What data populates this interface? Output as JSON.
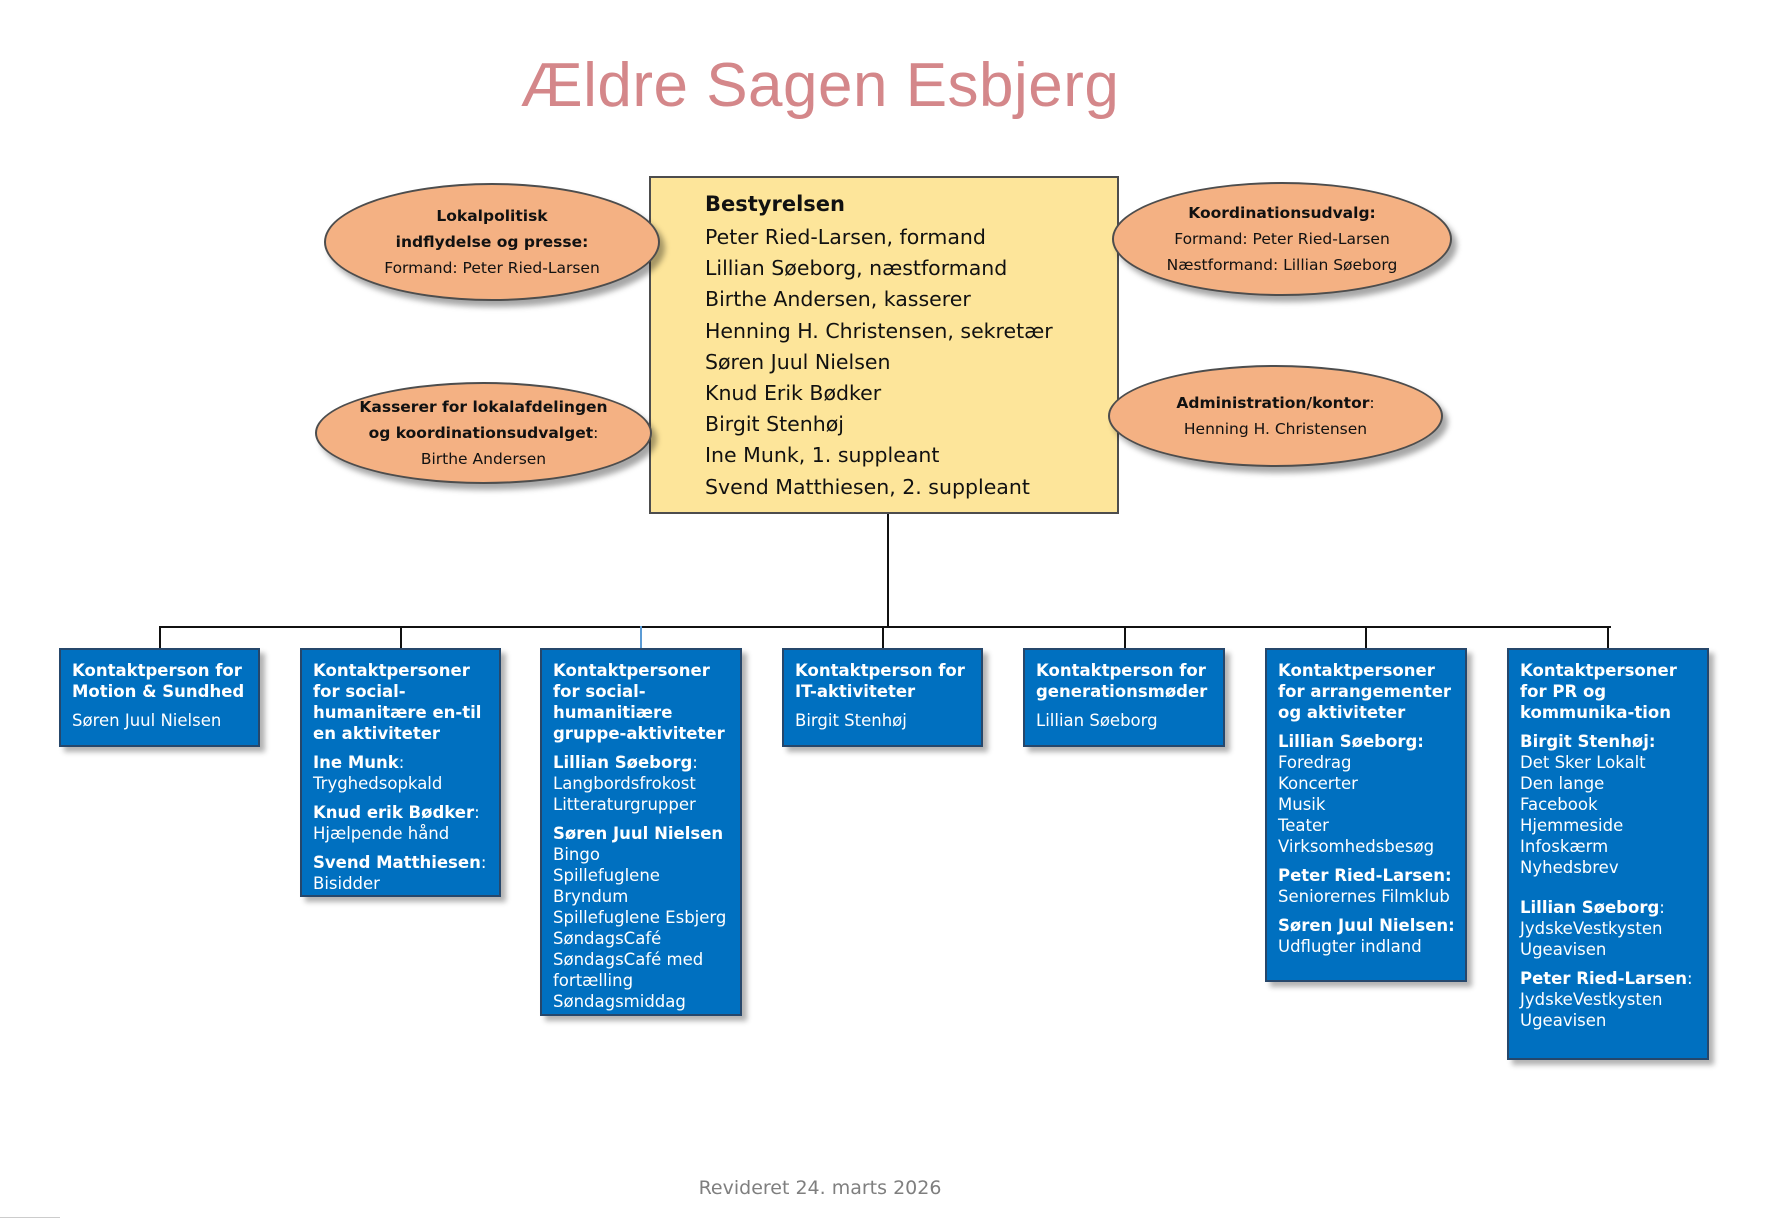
{
  "title": "Ældre Sagen Esbjerg",
  "board": {
    "title": "Bestyrelsen",
    "members": [
      "Peter Ried-Larsen, formand",
      "Lillian Søeborg, næstformand",
      "Birthe Andersen, kasserer",
      "Henning H. Christensen, sekretær",
      "Søren Juul Nielsen",
      "Knud Erik Bødker",
      "Birgit Stenhøj",
      "Ine Munk, 1. suppleant",
      "Svend Matthiesen, 2. suppleant"
    ]
  },
  "ovals": {
    "lokalpolitisk": {
      "line1": "Lokalpolitisk",
      "line2": "indflydelse og presse:",
      "line3": "Formand: Peter Ried-Larsen"
    },
    "kasserer": {
      "line1": "Kasserer for lokalafdelingen",
      "line2": "og koordinationsudvalget",
      "line2_suffix": ":",
      "line3": "Birthe Andersen"
    },
    "koordination": {
      "line1": "Koordinationsudvalg:",
      "line2": "Formand: Peter Ried-Larsen",
      "line3": "Næstformand: Lillian Søeborg"
    },
    "administration": {
      "line1": "Administration/kontor",
      "line1_suffix": ":",
      "line2": "Henning H. Christensen"
    }
  },
  "boxes": {
    "motion": {
      "title": "Kontaktperson for Motion & Sundhed",
      "person": "Søren Juul Nielsen"
    },
    "en_til_en": {
      "title": "Kontaktpersoner for social-humanitære en-til en aktiviteter",
      "groups": [
        {
          "name": "Ine Munk",
          "suffix": ":",
          "items": [
            "Tryghedsopkald"
          ]
        },
        {
          "name": "Knud erik Bødker",
          "suffix": ":",
          "items": [
            "Hjælpende hånd"
          ]
        },
        {
          "name": "Svend Matthiesen",
          "suffix": ":",
          "items": [
            "Bisidder"
          ]
        }
      ]
    },
    "gruppe": {
      "title": "Kontaktpersoner for social-humanitiære gruppe-aktiviteter",
      "groups": [
        {
          "name": "Lillian Søeborg",
          "suffix": ":",
          "items": [
            "Langbordsfrokost",
            "Litteraturgrupper"
          ]
        },
        {
          "name": "Søren Juul Nielsen",
          "suffix": "",
          "items": [
            "Bingo",
            "Spillefuglene",
            "Bryndum",
            "Spillefuglene Esbjerg",
            "SøndagsCafé",
            "SøndagsCafé med fortælling",
            "Søndagsmiddag"
          ]
        }
      ]
    },
    "it": {
      "title": "Kontaktperson for IT-aktiviteter",
      "person": "Birgit Stenhøj"
    },
    "generation": {
      "title": "Kontaktperson for generationsmøder",
      "person": "Lillian Søeborg"
    },
    "arrangementer": {
      "title": "Kontaktpersoner for arrangementer og aktiviteter",
      "groups": [
        {
          "name": "Lillian Søeborg:",
          "suffix": "",
          "items": [
            "Foredrag",
            "Koncerter",
            "Musik",
            "Teater",
            "Virksomhedsbesøg"
          ]
        },
        {
          "name": "Peter Ried-Larsen:",
          "suffix": "",
          "items": [
            "Seniorernes Filmklub"
          ]
        },
        {
          "name": "Søren Juul Nielsen:",
          "suffix": "",
          "items": [
            "Udflugter indland"
          ]
        }
      ]
    },
    "pr": {
      "title": "Kontaktpersoner for PR og kommunika-tion",
      "groups": [
        {
          "name": "Birgit Stenhøj:",
          "suffix": "",
          "items": [
            "Det Sker Lokalt",
            "Den lange",
            "Facebook",
            "Hjemmeside",
            "Infoskærm",
            "Nyhedsbrev"
          ]
        },
        {
          "name": "Lillian Søeborg",
          "suffix": ":",
          "items": [
            "JydskeVestkysten",
            "Ugeavisen"
          ]
        },
        {
          "name": "Peter Ried-Larsen",
          "suffix": ":",
          "items": [
            "JydskeVestkysten",
            "Ugeavisen"
          ]
        }
      ]
    }
  },
  "footer": "Revideret 24. marts 2026",
  "colors": {
    "title": "#d4878a",
    "board_fill": "#fde59a",
    "oval_fill": "#f4b183",
    "box_fill": "#0070c0"
  }
}
